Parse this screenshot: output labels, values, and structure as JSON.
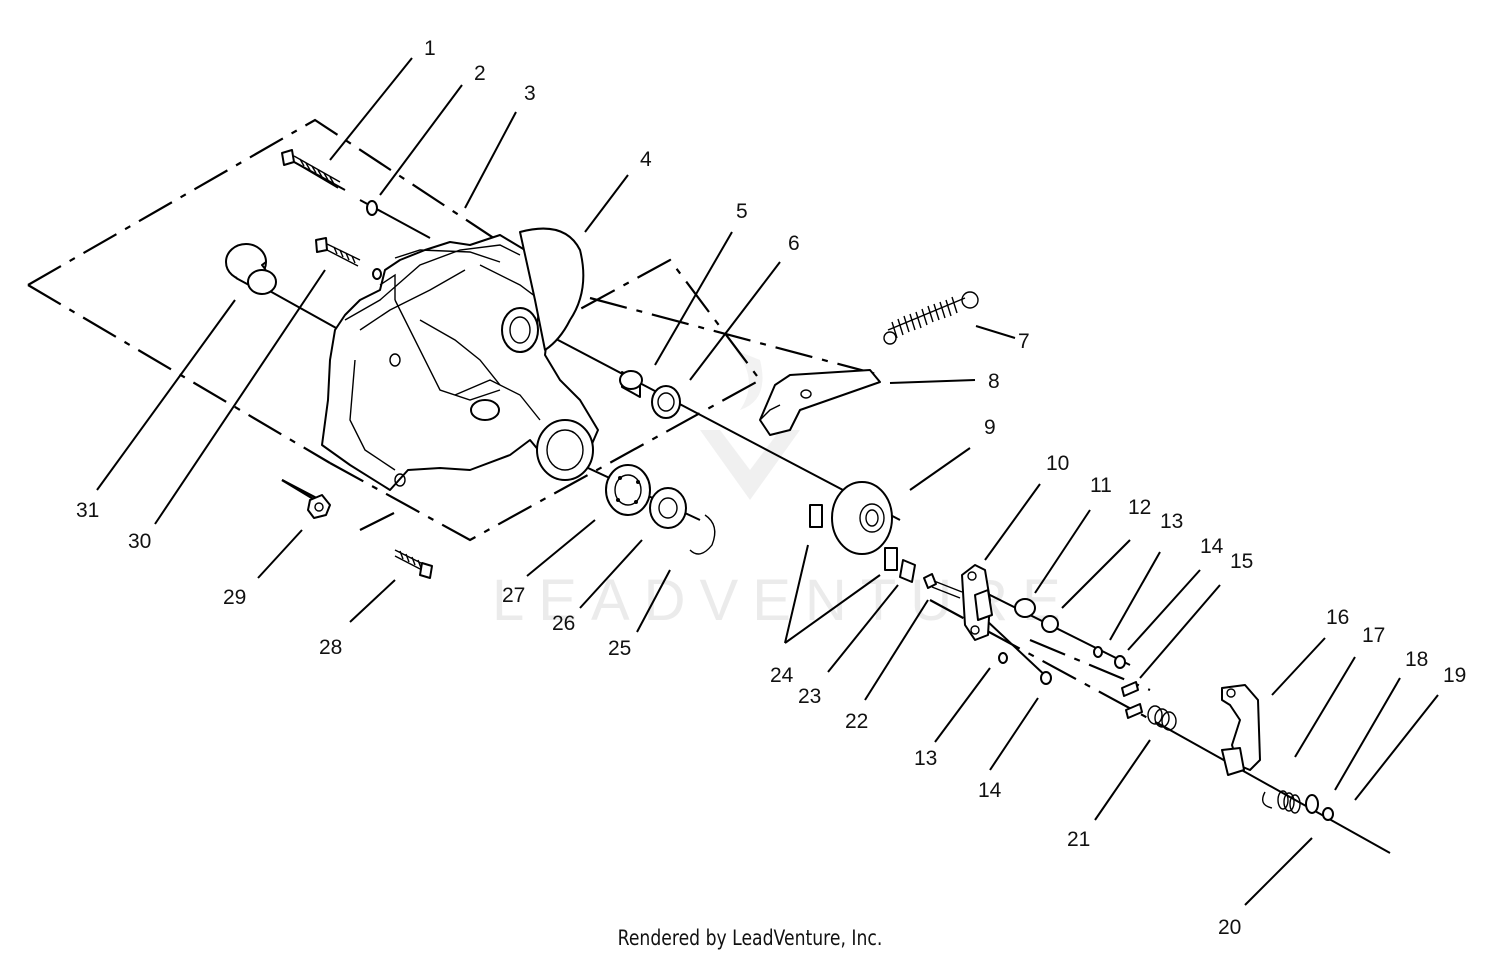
{
  "footer": "Rendered by LeadVenture, Inc.",
  "watermark": "LEADVENTURE",
  "callouts": [
    "1",
    "2",
    "3",
    "4",
    "5",
    "6",
    "7",
    "8",
    "9",
    "10",
    "11",
    "12",
    "13",
    "13",
    "14",
    "14",
    "15",
    "16",
    "17",
    "18",
    "19",
    "20",
    "21",
    "22",
    "23",
    "24",
    "25",
    "26",
    "27",
    "28",
    "29",
    "30",
    "31"
  ]
}
